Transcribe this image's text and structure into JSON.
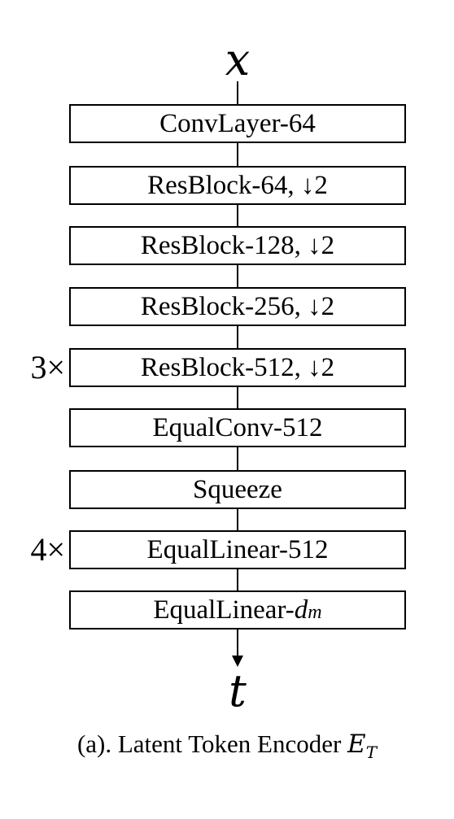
{
  "input_symbol": "x",
  "output_symbol": "t",
  "blocks": [
    {
      "label": "ConvLayer-64"
    },
    {
      "label": "ResBlock-64, ↓2"
    },
    {
      "label": "ResBlock-128, ↓2"
    },
    {
      "label": "ResBlock-256, ↓2"
    },
    {
      "label": "ResBlock-512, ↓2",
      "repeat": "3×"
    },
    {
      "label": "EqualConv-512"
    },
    {
      "label": "Squeeze"
    },
    {
      "label": "EqualLinear-512",
      "repeat": "4×"
    },
    {
      "label_prefix": "EqualLinear-",
      "label_symbol": "d",
      "label_subscript": "m"
    }
  ],
  "caption": {
    "text": "(a). Latent Token Encoder ",
    "symbol": "E",
    "subscript": "T"
  }
}
